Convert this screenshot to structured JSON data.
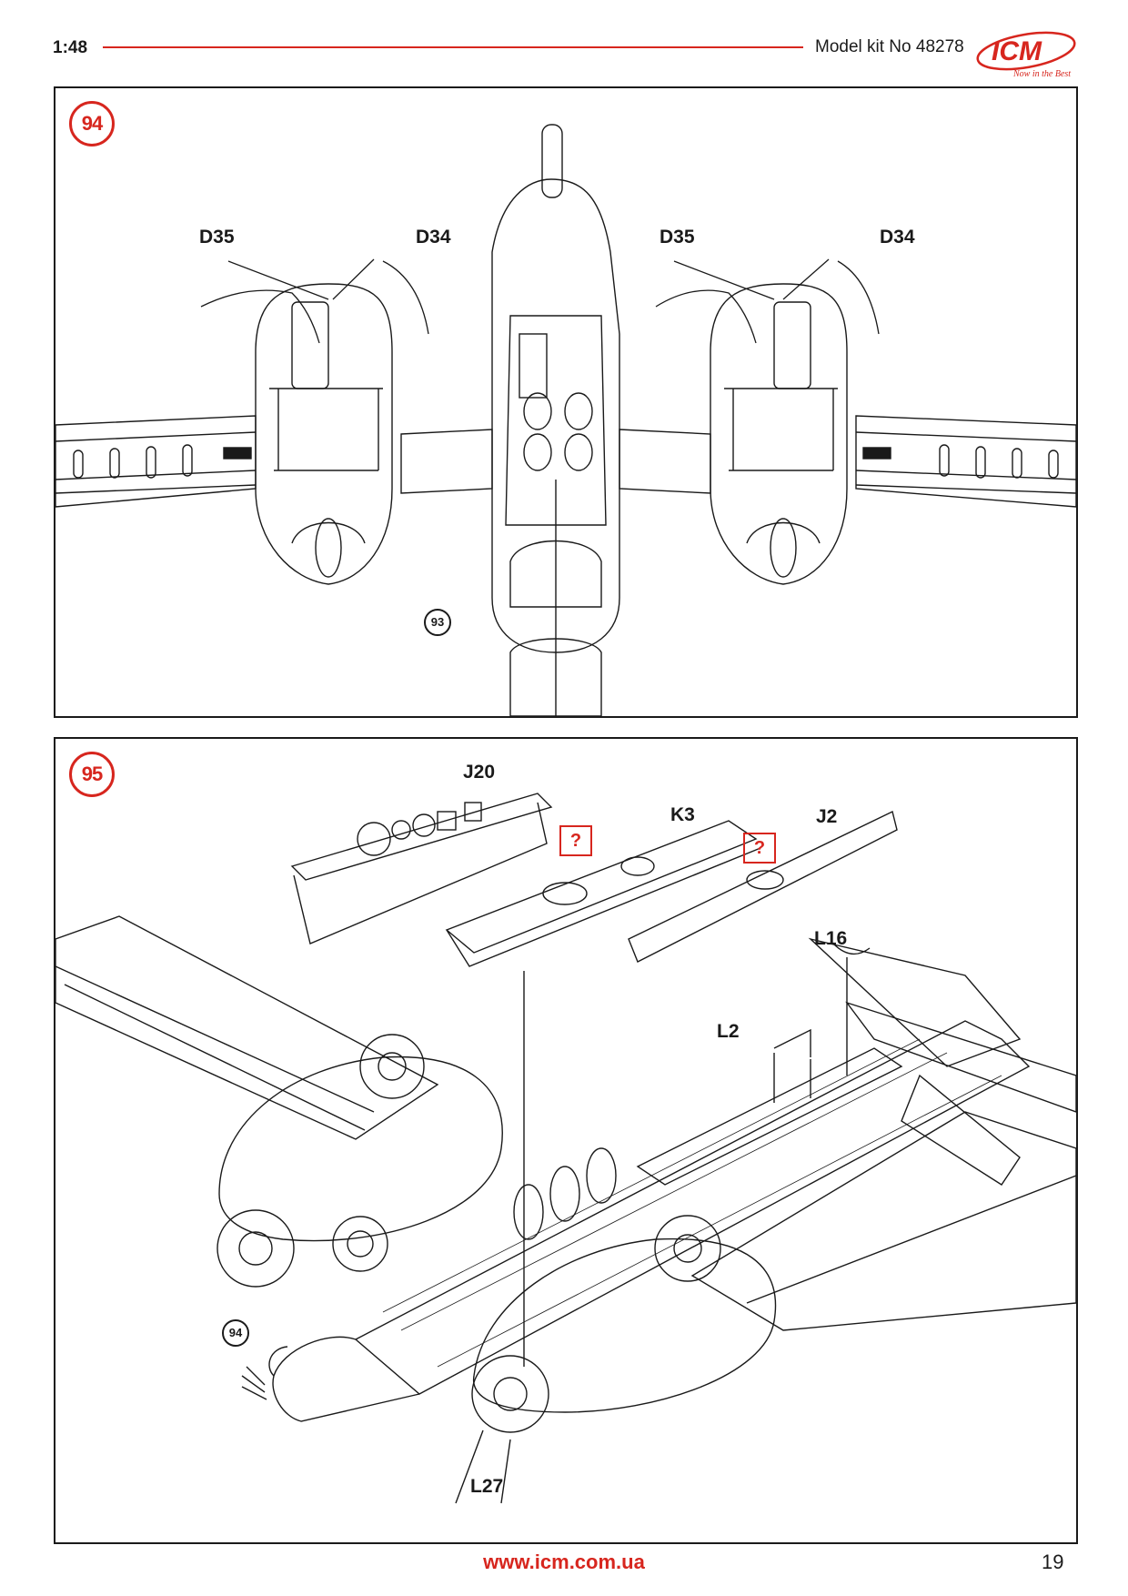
{
  "header": {
    "scale": "1:48",
    "kit_number": "Model kit No 48278",
    "brand_logo": "ICM",
    "brand_tagline": "Now in the Best"
  },
  "step94": {
    "badge": "94",
    "labels": [
      "D35",
      "D34",
      "D35",
      "D34"
    ],
    "reference": "93"
  },
  "step95": {
    "badge": "95",
    "labels": {
      "j20": "J20",
      "k3": "K3",
      "j2": "J2",
      "l16": "L16",
      "l2": "L2",
      "l27": "L27"
    },
    "question_marks": [
      "?",
      "?"
    ],
    "reference": "94"
  },
  "footer": {
    "url": "www.icm.com.ua",
    "page_number": "19"
  },
  "colors": {
    "accent": "#d7261e",
    "line": "#1a1a1a"
  }
}
